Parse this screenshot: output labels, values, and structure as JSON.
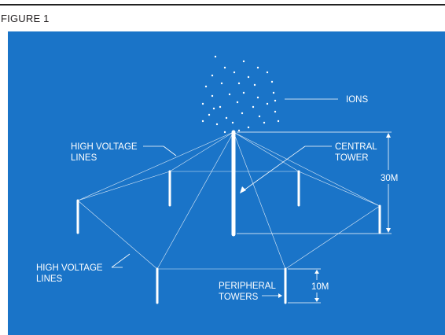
{
  "figure": {
    "label": "FIGURE 1"
  },
  "colors": {
    "background": "#1a74c8",
    "line": "#ffffff",
    "text": "#ffffff",
    "page": "#ffffff",
    "figure_label": "#231f20"
  },
  "labels": {
    "ions": "IONS",
    "high_voltage_upper": [
      "HIGH VOLTAGE",
      "LINES"
    ],
    "central_tower": [
      "CENTRAL",
      "TOWER"
    ],
    "height_central": "30M",
    "high_voltage_lower": [
      "HIGH VOLTAGE",
      "LINES"
    ],
    "peripheral_towers": [
      "PERIPHERAL",
      "TOWERS"
    ],
    "height_peripheral": "10M"
  }
}
